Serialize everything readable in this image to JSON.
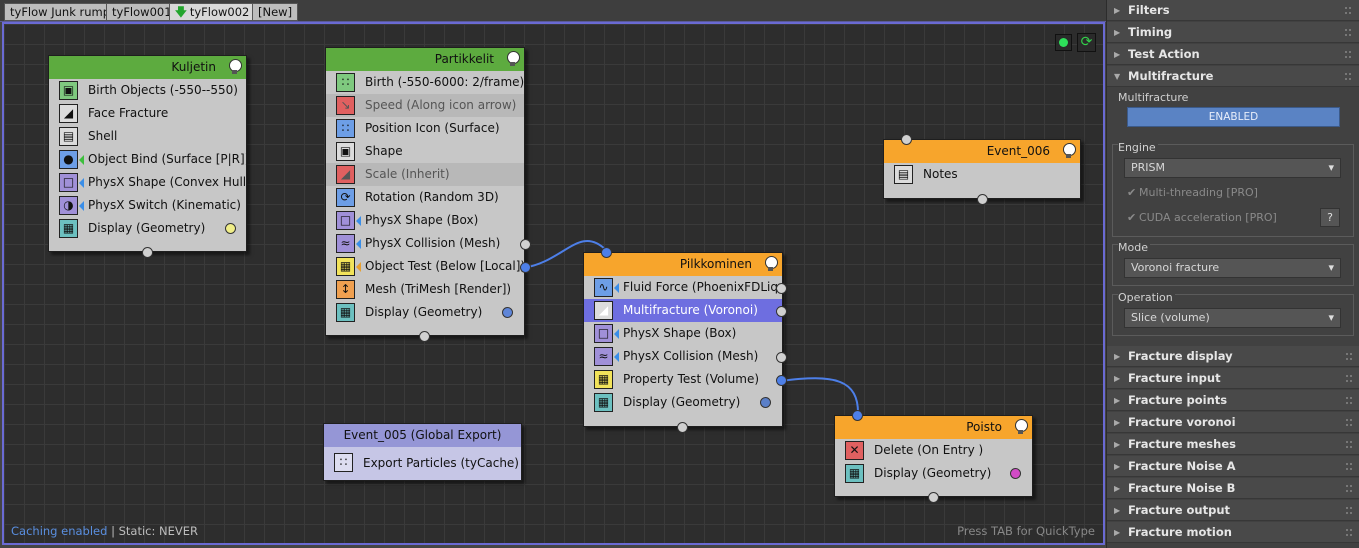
{
  "tabs": [
    {
      "label": "tyFlow Junk rumpu"
    },
    {
      "label": "tyFlow001"
    },
    {
      "label": "tyFlow002",
      "icon": "down-arrow-icon"
    },
    {
      "label": "[New]"
    }
  ],
  "nodes": {
    "kuljetin": {
      "title": "Kuljetin",
      "ops": [
        "Birth Objects (-550--550)",
        "Face Fracture",
        "Shell",
        "Object Bind (Surface [P|R])",
        "PhysX Shape (Convex Hull)",
        "PhysX Switch (Kinematic)",
        "Display (Geometry)"
      ],
      "display_color": "#f0ee88"
    },
    "partikkelit": {
      "title": "Partikkelit",
      "ops": [
        "Birth (-550-6000: 2/frame)",
        "Speed (Along icon arrow)",
        "Position Icon (Surface)",
        "Shape",
        "Scale (Inherit)",
        "Rotation (Random 3D)",
        "PhysX Shape (Box)",
        "PhysX Collision (Mesh)",
        "Object Test (Below [Local])",
        "Mesh (TriMesh [Render])",
        "Display (Geometry)"
      ],
      "disabled": [
        "Speed (Along icon arrow)",
        "Scale (Inherit)"
      ],
      "display_color": "#5e85d8"
    },
    "event005": {
      "title": "Event_005 (Global Export)",
      "ops": [
        "Export Particles (tyCache)"
      ]
    },
    "pilkkominen": {
      "title": "Pilkkominen",
      "ops": [
        "Fluid Force (PhoenixFDLiq...",
        "Multifracture (Voronoi)",
        "PhysX Shape (Box)",
        "PhysX Collision (Mesh)",
        "Property Test (Volume)",
        "Display (Geometry)"
      ],
      "selected": "Multifracture (Voronoi)",
      "display_color": "#5a7fc8"
    },
    "event006": {
      "title": "Event_006",
      "ops": [
        "Notes"
      ]
    },
    "poisto": {
      "title": "Poisto",
      "ops": [
        "Delete (On Entry )",
        "Display (Geometry)"
      ],
      "display_color": "#d14bc6"
    }
  },
  "status": {
    "caching": "Caching enabled",
    "sep": " | ",
    "static": "Static: NEVER",
    "hint": "Press TAB for QuickType"
  },
  "panel": {
    "top_sections": [
      "Filters",
      "Timing",
      "Test Action"
    ],
    "open_section": "Multifracture",
    "multifracture": {
      "label": "Multifracture",
      "enabled_button": "ENABLED",
      "engine_label": "Engine",
      "engine_value": "PRISM",
      "multithreading": "Multi-threading [PRO]",
      "cuda": "CUDA acceleration [PRO]",
      "help": "?",
      "mode_label": "Mode",
      "mode_value": "Voronoi fracture",
      "operation_label": "Operation",
      "operation_value": "Slice (volume)"
    },
    "bottom_sections": [
      "Fracture display",
      "Fracture input",
      "Fracture points",
      "Fracture voronoi",
      "Fracture meshes",
      "Fracture Noise A",
      "Fracture Noise B",
      "Fracture output",
      "Fracture motion"
    ]
  },
  "colors": {
    "accent": "#6e6ee0",
    "green_header": "#5dab3f",
    "orange_header": "#f7a52c",
    "purple_header": "#9596d6",
    "enabled_button": "#5a83c4"
  }
}
